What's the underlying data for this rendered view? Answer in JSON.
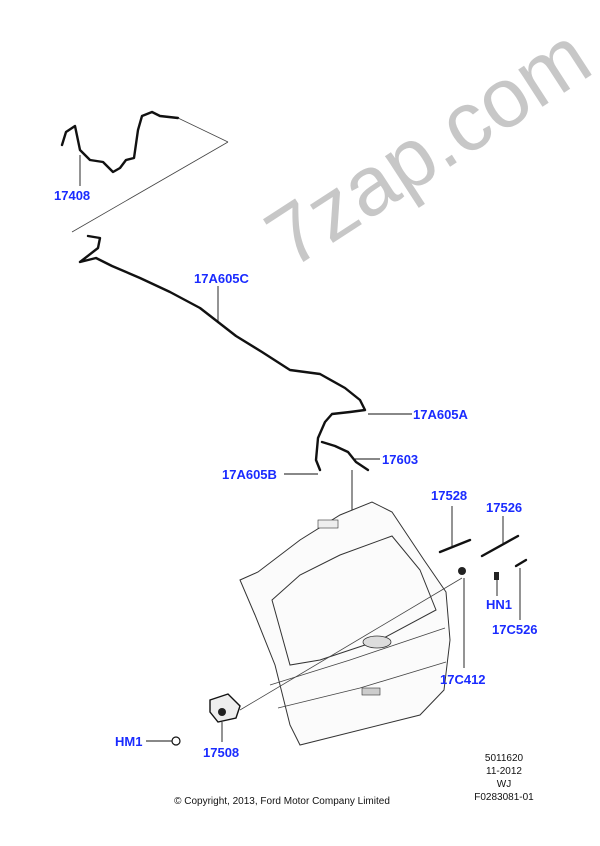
{
  "watermark": "7zap.com",
  "callouts": {
    "c17408": "17408",
    "c17A605C": "17A605C",
    "c17A605A": "17A605A",
    "c17603": "17603",
    "c17A605B": "17A605B",
    "c17528": "17528",
    "c17526": "17526",
    "cHN1": "HN1",
    "c17C526": "17C526",
    "c17C412": "17C412",
    "cHM1": "HM1",
    "c17508": "17508"
  },
  "info": {
    "number": "5011620",
    "date": "11-2012",
    "code": "WJ",
    "ref": "F0283081-01"
  },
  "copyright": "© Copyright, 2013, Ford Motor Company Limited",
  "colors": {
    "callout": "#1a2bff"
  }
}
